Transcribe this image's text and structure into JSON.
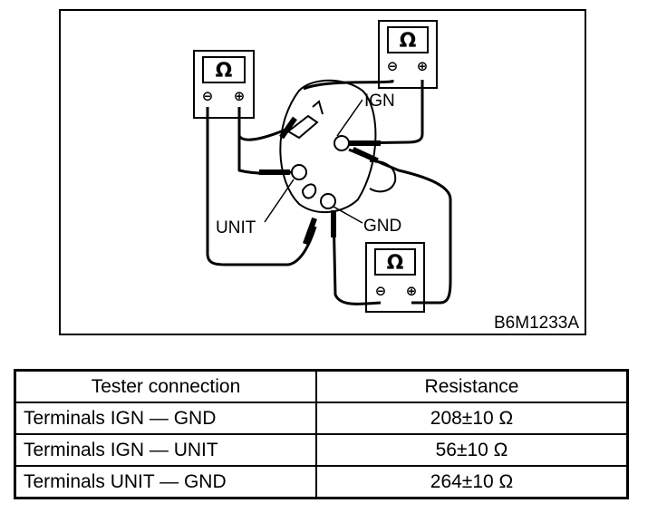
{
  "figure": {
    "code": "B6M1233A",
    "labels": {
      "ign": "IGN",
      "unit": "UNIT",
      "gnd": "GND"
    },
    "meter_symbol": "Ω",
    "minus_symbol": "⊖",
    "plus_symbol": "⊕"
  },
  "table": {
    "headers": [
      "Tester connection",
      "Resistance"
    ],
    "rows": [
      {
        "connection": "Terminals IGN — GND",
        "resistance": "208±10 Ω"
      },
      {
        "connection": "Terminals IGN — UNIT",
        "resistance": "56±10 Ω"
      },
      {
        "connection": "Terminals UNIT — GND",
        "resistance": "264±10 Ω"
      }
    ]
  }
}
